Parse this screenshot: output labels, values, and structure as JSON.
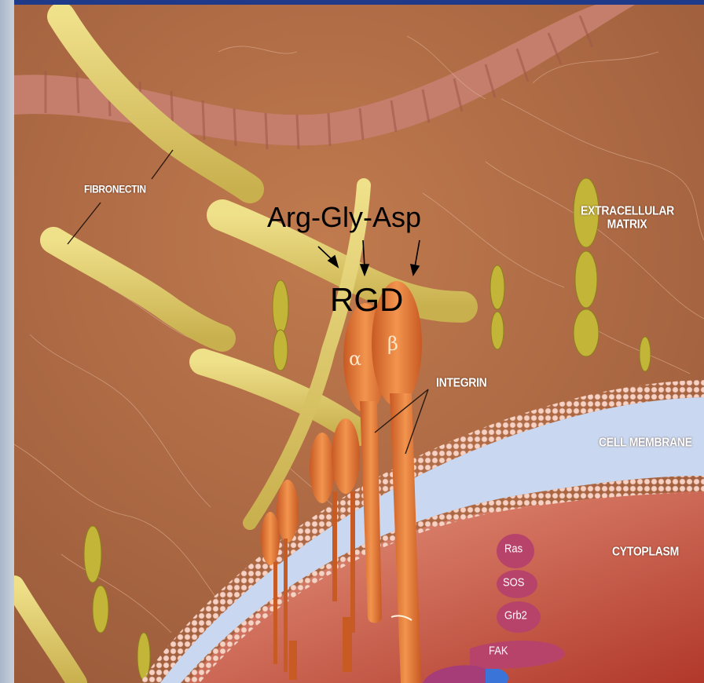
{
  "labels": {
    "fibronectin": "FIBRONECTIN",
    "extracellular_matrix_line1": "EXTRACELLULAR",
    "extracellular_matrix_line2": "MATRIX",
    "integrin": "INTEGRIN",
    "cell_membrane": "CELL MEMBRANE",
    "cytoplasm": "CYTOPLASM"
  },
  "annotation": {
    "sequence": "Arg-Gly-Asp",
    "motif": "RGD"
  },
  "subunits": {
    "alpha": "α",
    "beta": "β"
  },
  "signaling_proteins": [
    "Ras",
    "SOS",
    "Grb2",
    "FAK"
  ],
  "colors": {
    "background": "#b06a44",
    "fibronectin": "#d9c766",
    "integrin": "#d9692a",
    "membrane": "#f0c2b5",
    "signaling": "#b8436a"
  }
}
